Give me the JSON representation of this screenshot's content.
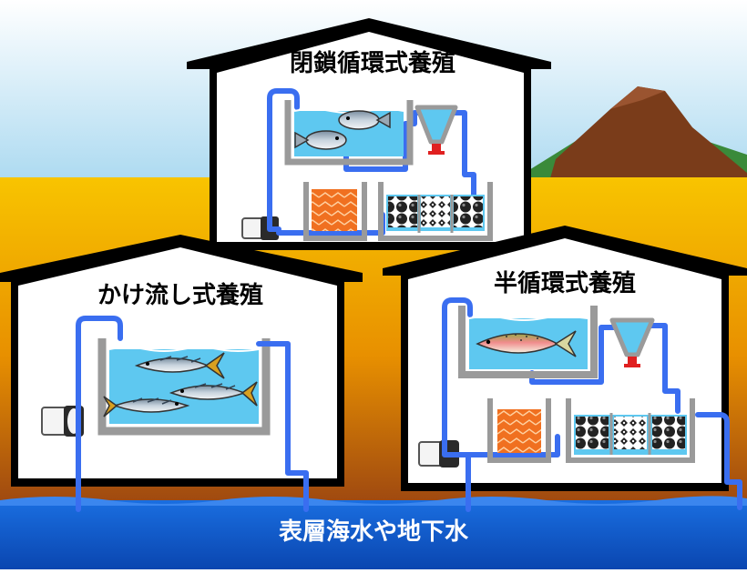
{
  "houses": {
    "closed": {
      "title": "閉鎖循環式養殖"
    },
    "flow": {
      "title": "かけ流し式養殖"
    },
    "semi": {
      "title": "半循環式養殖"
    }
  },
  "ground": {
    "caption": "表層海水や地下水"
  },
  "colors": {
    "sky_top": "#a8d8f0",
    "ground": "#f5b800",
    "sea": "#1060d0",
    "pipe": "#3a6ef0",
    "water": "#5ec8f0",
    "mountain": "#7a3c1a",
    "hill": "#3a8a3a",
    "filter_orange": "#f07020",
    "tank_wall": "#9a9a9a"
  }
}
